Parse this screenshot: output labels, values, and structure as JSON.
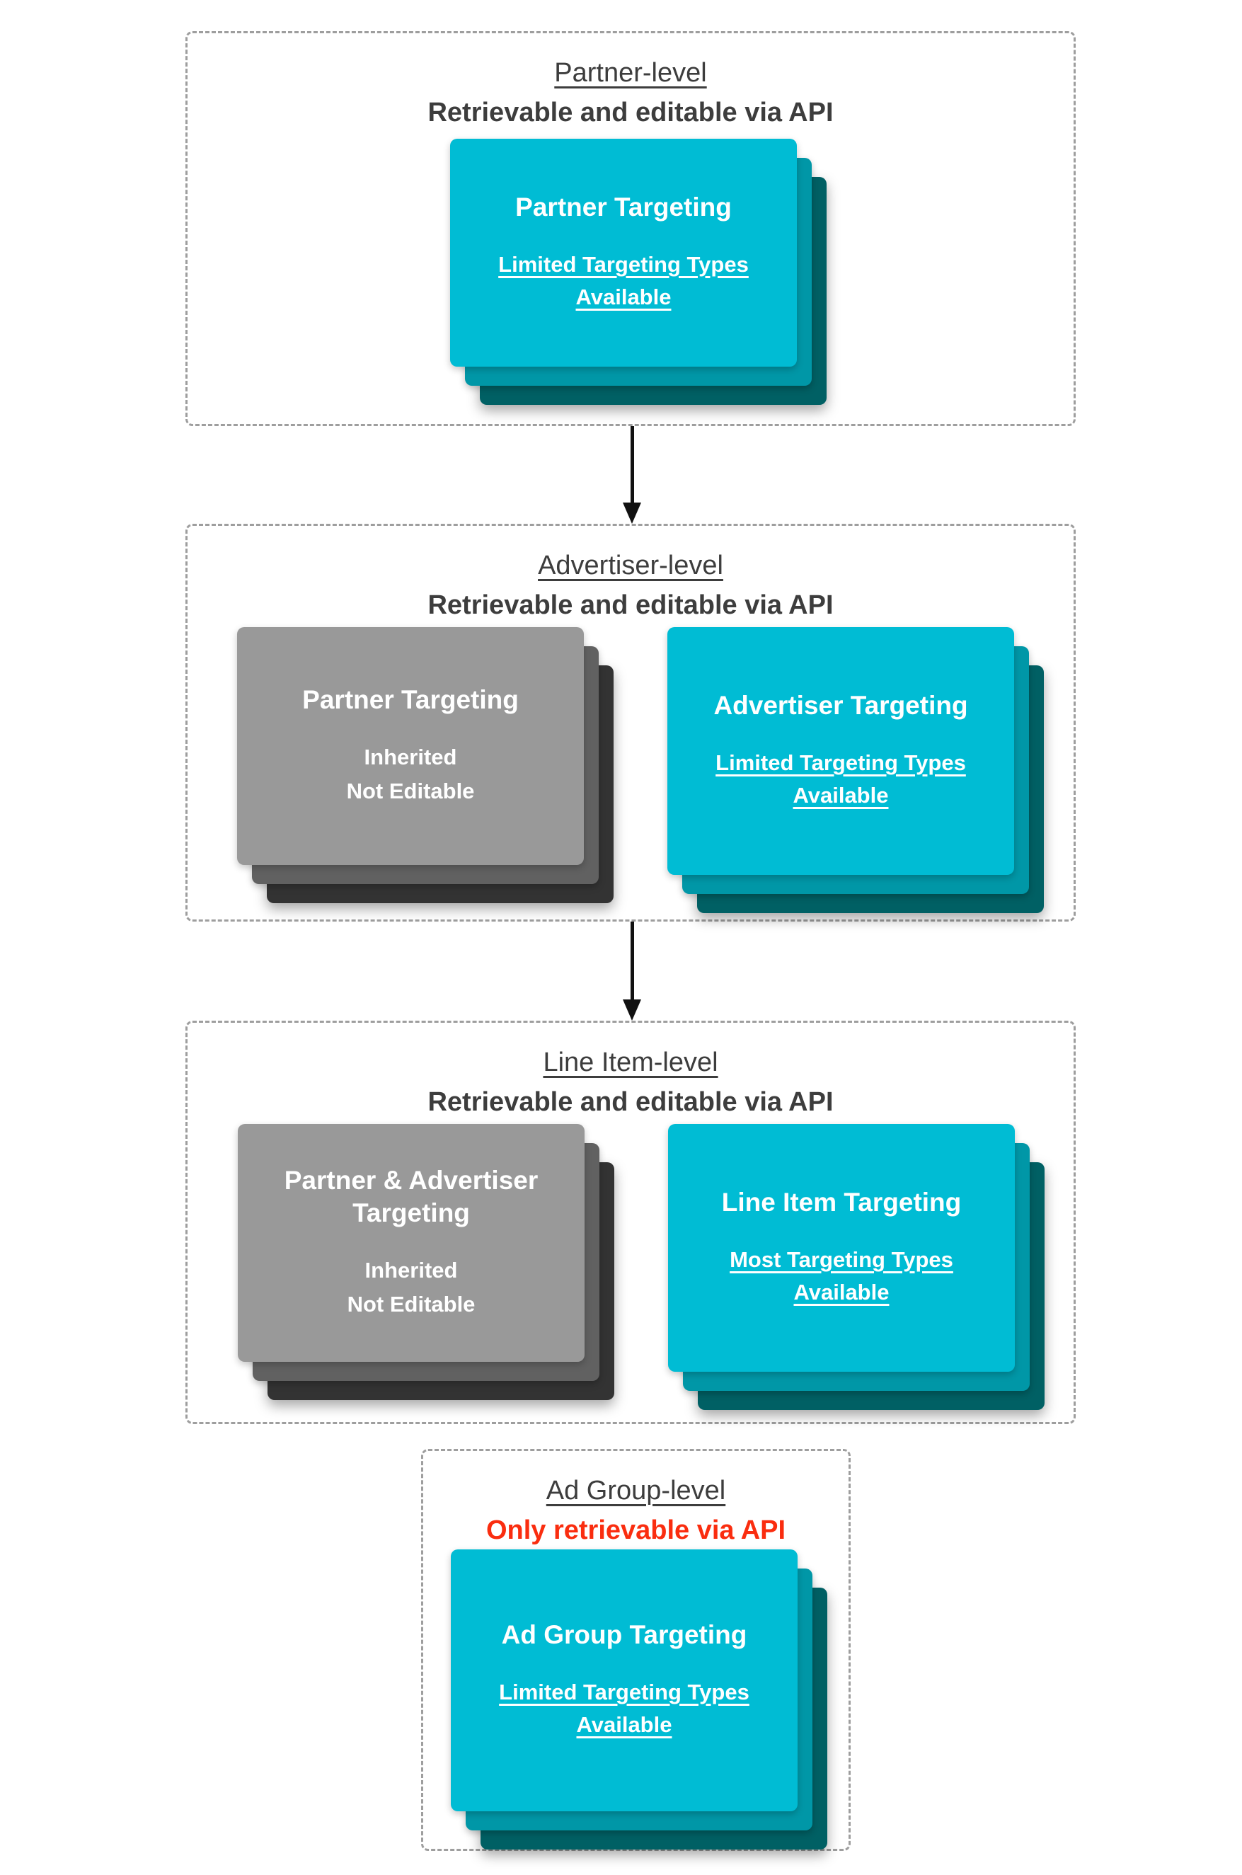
{
  "colors": {
    "teal": "#00BCD4",
    "teal_mid": "#0097A7",
    "teal_dark": "#006064",
    "gray": "#999999",
    "gray_mid": "#616161",
    "gray_dark": "#333333",
    "heading": "#3D3D3D",
    "alert": "#FA2D0F",
    "card_text": "#FFFFFF",
    "arrow": "#111111",
    "box_border": "#9E9E9E"
  },
  "sections": [
    {
      "title": "Partner-level",
      "subtitle": "Retrievable and editable via API",
      "cards": [
        {
          "title": "Partner Targeting",
          "link": "Limited Targeting Types Available"
        }
      ]
    },
    {
      "title": "Advertiser-level",
      "subtitle": "Retrievable and editable via API",
      "cards": [
        {
          "title": "Partner Targeting",
          "note1": "Inherited",
          "note2": "Not Editable"
        },
        {
          "title": "Advertiser Targeting",
          "link": "Limited Targeting Types Available"
        }
      ]
    },
    {
      "title": "Line Item-level",
      "subtitle": "Retrievable and editable via API",
      "cards": [
        {
          "title": "Partner & Advertiser Targeting",
          "note1": "Inherited",
          "note2": "Not Editable"
        },
        {
          "title": "Line Item Targeting",
          "link": "Most Targeting Types Available"
        }
      ]
    },
    {
      "title": "Ad Group-level",
      "subtitle": "Only retrievable via API",
      "cards": [
        {
          "title": "Ad Group Targeting",
          "link": "Limited Targeting Types Available"
        }
      ]
    }
  ]
}
